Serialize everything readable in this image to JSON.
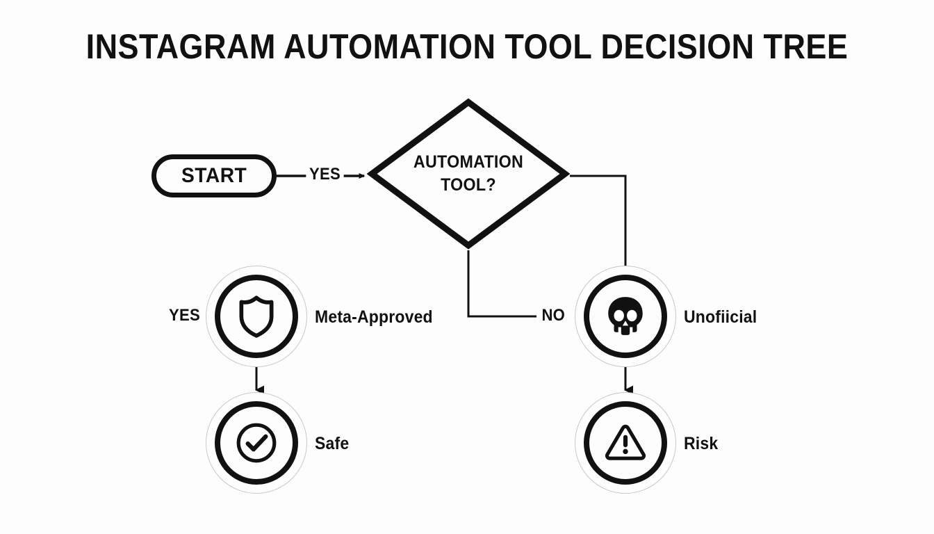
{
  "page": {
    "title": "INSTAGRAM AUTOMATION TOOL DECISION TREE",
    "background_color": "#fdfdfd",
    "stroke_color": "#111111",
    "ring_color": "#c8c8c8"
  },
  "flow": {
    "start": {
      "label": "START",
      "shape": "pill"
    },
    "decision": {
      "line1": "AUTOMATION",
      "line2": "TOOL?",
      "shape": "diamond"
    },
    "edges": [
      {
        "id": "start-to-decision",
        "label": "YES"
      },
      {
        "id": "decision-to-unofficial",
        "label": ""
      },
      {
        "id": "decision-no",
        "label": "NO"
      },
      {
        "id": "meta-branch",
        "label": "YES"
      },
      {
        "id": "meta-to-safe",
        "label": ""
      },
      {
        "id": "unofficial-to-risk",
        "label": ""
      }
    ],
    "outcomes": [
      {
        "id": "meta-approved",
        "caption": "Meta-Approved",
        "icon": "shield-icon",
        "branch_label": "YES"
      },
      {
        "id": "safe",
        "caption": "Safe",
        "icon": "check-circle-icon",
        "branch_label": ""
      },
      {
        "id": "unofficial",
        "caption": "Unofiicial",
        "icon": "skull-icon",
        "branch_label": ""
      },
      {
        "id": "risk",
        "caption": "Risk",
        "icon": "warning-triangle-icon",
        "branch_label": ""
      }
    ]
  }
}
